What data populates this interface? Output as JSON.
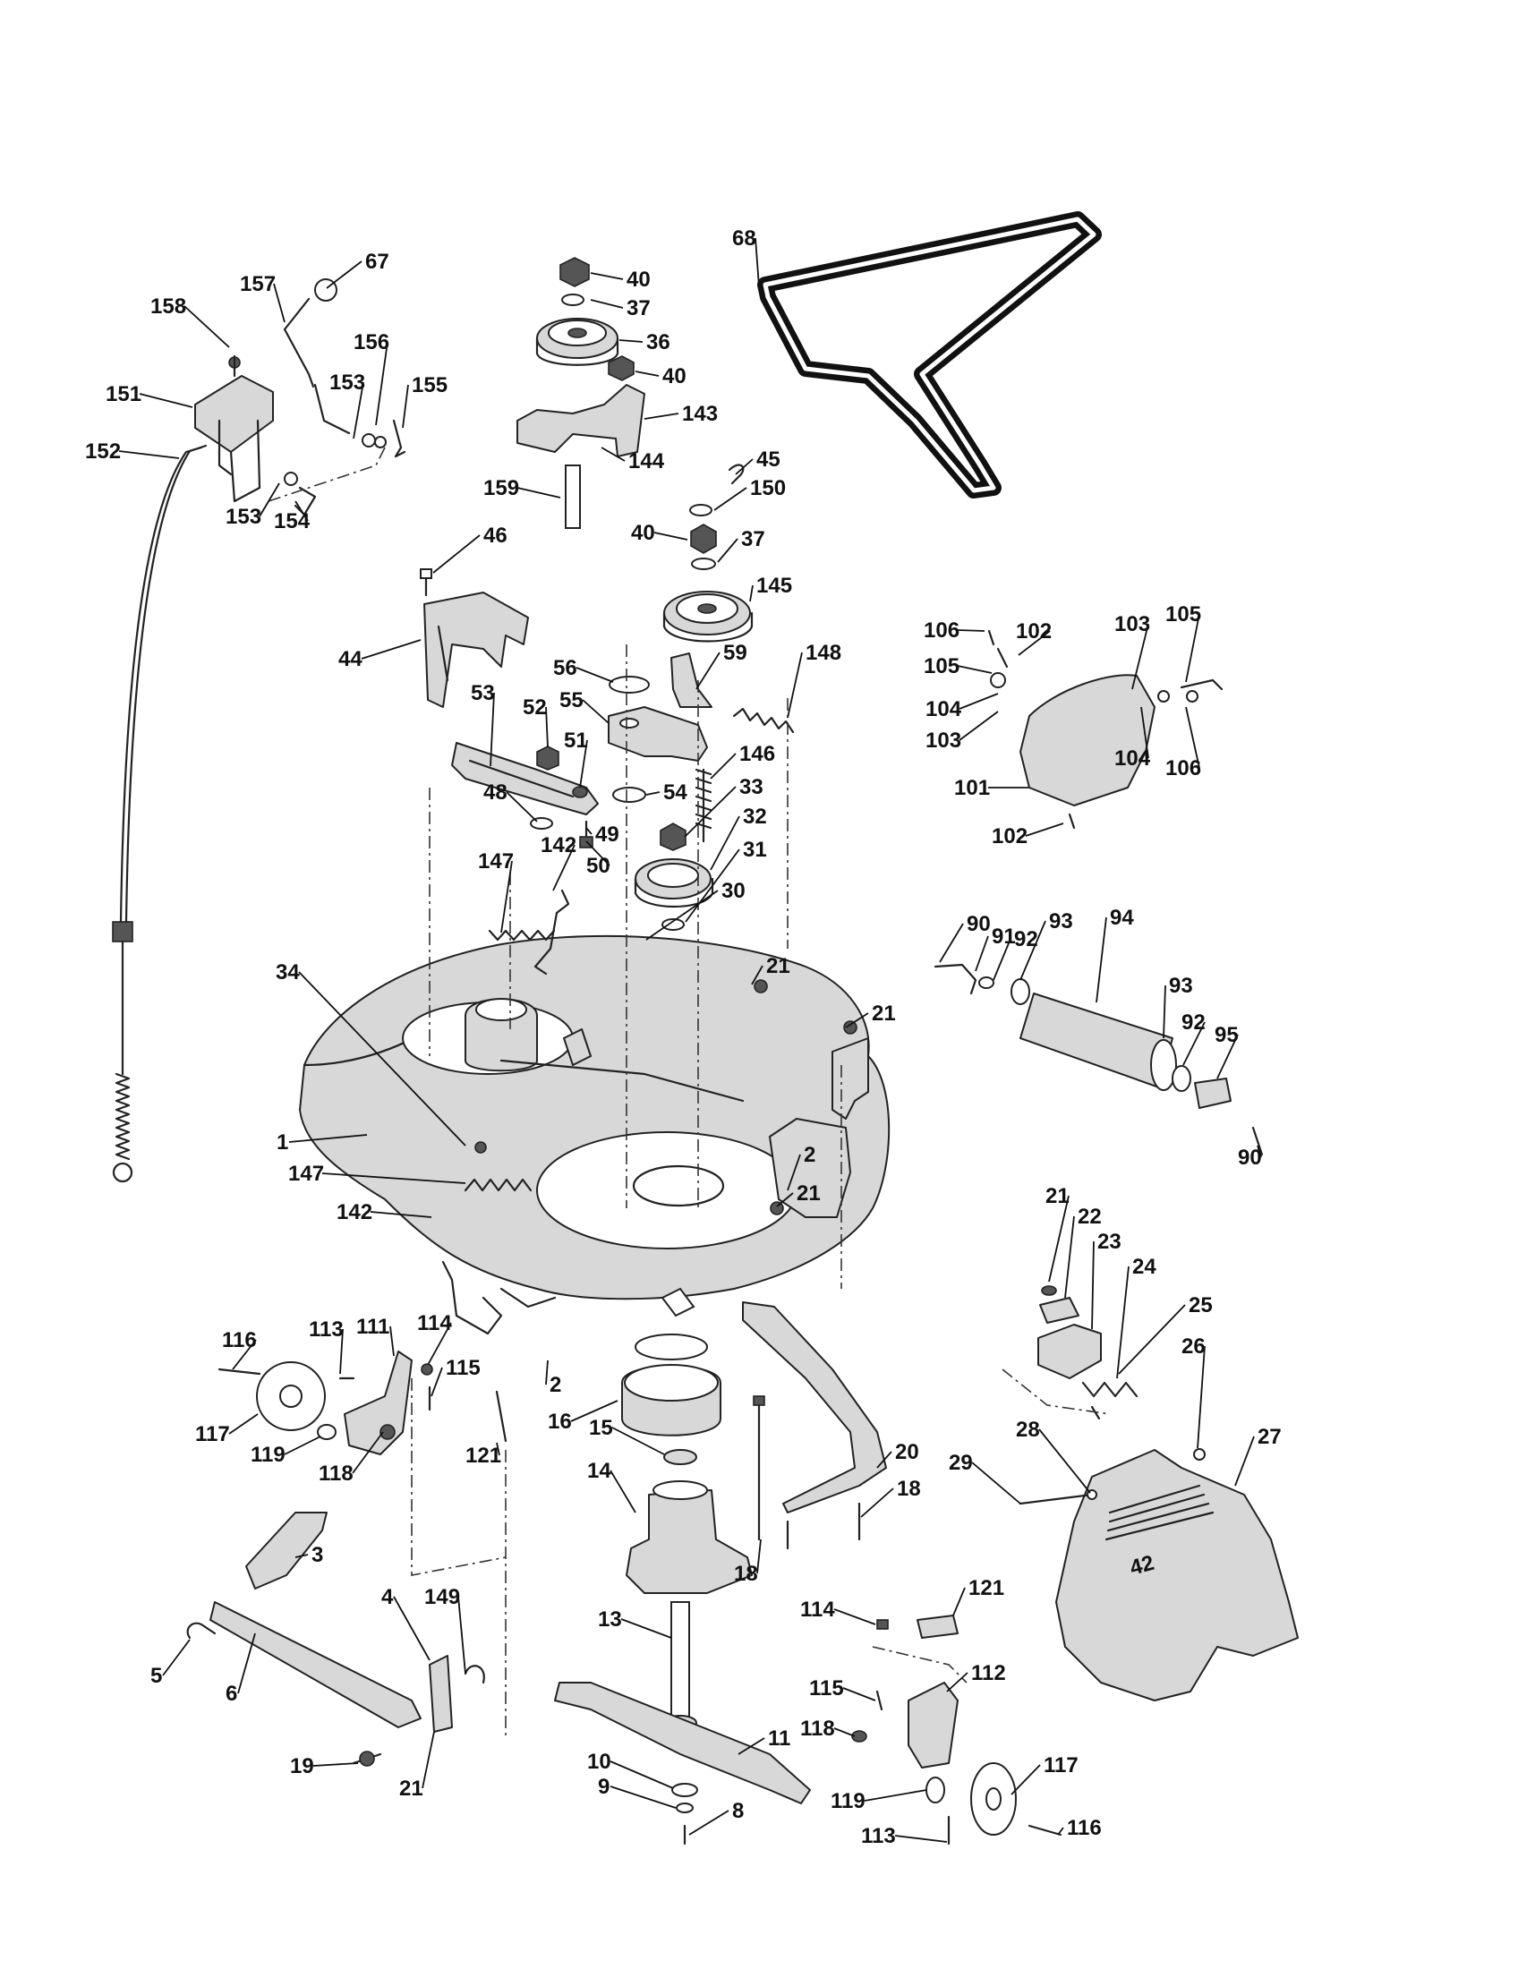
{
  "colors": {
    "ink": "#111111",
    "paper": "#ffffff",
    "metal": "#d8d8d8"
  },
  "deck_badge": "42",
  "callouts": [
    {
      "id": "c67",
      "text": "67"
    },
    {
      "id": "c157",
      "text": "157"
    },
    {
      "id": "c158",
      "text": "158"
    },
    {
      "id": "c156",
      "text": "156"
    },
    {
      "id": "c153a",
      "text": "153"
    },
    {
      "id": "c155",
      "text": "155"
    },
    {
      "id": "c151",
      "text": "151"
    },
    {
      "id": "c152",
      "text": "152"
    },
    {
      "id": "c153b",
      "text": "153"
    },
    {
      "id": "c154",
      "text": "154"
    },
    {
      "id": "c40a",
      "text": "40"
    },
    {
      "id": "c37a",
      "text": "37"
    },
    {
      "id": "c36",
      "text": "36"
    },
    {
      "id": "c40b",
      "text": "40"
    },
    {
      "id": "c143",
      "text": "143"
    },
    {
      "id": "c144",
      "text": "144"
    },
    {
      "id": "c159",
      "text": "159"
    },
    {
      "id": "c68",
      "text": "68"
    },
    {
      "id": "c45",
      "text": "45"
    },
    {
      "id": "c150",
      "text": "150"
    },
    {
      "id": "c40c",
      "text": "40"
    },
    {
      "id": "c37b",
      "text": "37"
    },
    {
      "id": "c145",
      "text": "145"
    },
    {
      "id": "c46",
      "text": "46"
    },
    {
      "id": "c44",
      "text": "44"
    },
    {
      "id": "c56",
      "text": "56"
    },
    {
      "id": "c59",
      "text": "59"
    },
    {
      "id": "c148",
      "text": "148"
    },
    {
      "id": "c55",
      "text": "55"
    },
    {
      "id": "c53",
      "text": "53"
    },
    {
      "id": "c52",
      "text": "52"
    },
    {
      "id": "c51",
      "text": "51"
    },
    {
      "id": "c146",
      "text": "146"
    },
    {
      "id": "c54",
      "text": "54"
    },
    {
      "id": "c33",
      "text": "33"
    },
    {
      "id": "c48",
      "text": "48"
    },
    {
      "id": "c32",
      "text": "32"
    },
    {
      "id": "c49",
      "text": "49"
    },
    {
      "id": "c142a",
      "text": "142"
    },
    {
      "id": "c31",
      "text": "31"
    },
    {
      "id": "c147a",
      "text": "147"
    },
    {
      "id": "c50",
      "text": "50"
    },
    {
      "id": "c30",
      "text": "30"
    },
    {
      "id": "c106a",
      "text": "106"
    },
    {
      "id": "c102a",
      "text": "102"
    },
    {
      "id": "c103a",
      "text": "103"
    },
    {
      "id": "c105a",
      "text": "105"
    },
    {
      "id": "c105b",
      "text": "105"
    },
    {
      "id": "c104a",
      "text": "104"
    },
    {
      "id": "c103b",
      "text": "103"
    },
    {
      "id": "c104b",
      "text": "104"
    },
    {
      "id": "c106b",
      "text": "106"
    },
    {
      "id": "c101",
      "text": "101"
    },
    {
      "id": "c102b",
      "text": "102"
    },
    {
      "id": "c90a",
      "text": "90"
    },
    {
      "id": "c91",
      "text": "91"
    },
    {
      "id": "c92a",
      "text": "92"
    },
    {
      "id": "c93a",
      "text": "93"
    },
    {
      "id": "c94",
      "text": "94"
    },
    {
      "id": "c93b",
      "text": "93"
    },
    {
      "id": "c92b",
      "text": "92"
    },
    {
      "id": "c95",
      "text": "95"
    },
    {
      "id": "c90b",
      "text": "90"
    },
    {
      "id": "c34",
      "text": "34"
    },
    {
      "id": "c21a",
      "text": "21"
    },
    {
      "id": "c21b",
      "text": "21"
    },
    {
      "id": "c1",
      "text": "1"
    },
    {
      "id": "c147b",
      "text": "147"
    },
    {
      "id": "c2a",
      "text": "2"
    },
    {
      "id": "c21c",
      "text": "21"
    },
    {
      "id": "c142b",
      "text": "142"
    },
    {
      "id": "c21d",
      "text": "21"
    },
    {
      "id": "c22",
      "text": "22"
    },
    {
      "id": "c23",
      "text": "23"
    },
    {
      "id": "c24",
      "text": "24"
    },
    {
      "id": "c25",
      "text": "25"
    },
    {
      "id": "c26",
      "text": "26"
    },
    {
      "id": "c113a",
      "text": "113"
    },
    {
      "id": "c111",
      "text": "111"
    },
    {
      "id": "c114a",
      "text": "114"
    },
    {
      "id": "c116a",
      "text": "116"
    },
    {
      "id": "c115a",
      "text": "115"
    },
    {
      "id": "c2b",
      "text": "2"
    },
    {
      "id": "c16",
      "text": "16"
    },
    {
      "id": "c117a",
      "text": "117"
    },
    {
      "id": "c119a",
      "text": "119"
    },
    {
      "id": "c121a",
      "text": "121"
    },
    {
      "id": "c118a",
      "text": "118"
    },
    {
      "id": "c15",
      "text": "15"
    },
    {
      "id": "c14",
      "text": "14"
    },
    {
      "id": "c20",
      "text": "20"
    },
    {
      "id": "c28",
      "text": "28"
    },
    {
      "id": "c27",
      "text": "27"
    },
    {
      "id": "c29",
      "text": "29"
    },
    {
      "id": "c18a",
      "text": "18"
    },
    {
      "id": "c18b",
      "text": "18"
    },
    {
      "id": "c3",
      "text": "3"
    },
    {
      "id": "c4",
      "text": "4"
    },
    {
      "id": "c149",
      "text": "149"
    },
    {
      "id": "c5",
      "text": "5"
    },
    {
      "id": "c6",
      "text": "6"
    },
    {
      "id": "c13",
      "text": "13"
    },
    {
      "id": "c19",
      "text": "19"
    },
    {
      "id": "c21e",
      "text": "21"
    },
    {
      "id": "c11",
      "text": "11"
    },
    {
      "id": "c114b",
      "text": "114"
    },
    {
      "id": "c121b",
      "text": "121"
    },
    {
      "id": "c115b",
      "text": "115"
    },
    {
      "id": "c112",
      "text": "112"
    },
    {
      "id": "c118b",
      "text": "118"
    },
    {
      "id": "c10",
      "text": "10"
    },
    {
      "id": "c9",
      "text": "9"
    },
    {
      "id": "c8",
      "text": "8"
    },
    {
      "id": "c119b",
      "text": "119"
    },
    {
      "id": "c117b",
      "text": "117"
    },
    {
      "id": "c113b",
      "text": "113"
    },
    {
      "id": "c116b",
      "text": "116"
    }
  ]
}
